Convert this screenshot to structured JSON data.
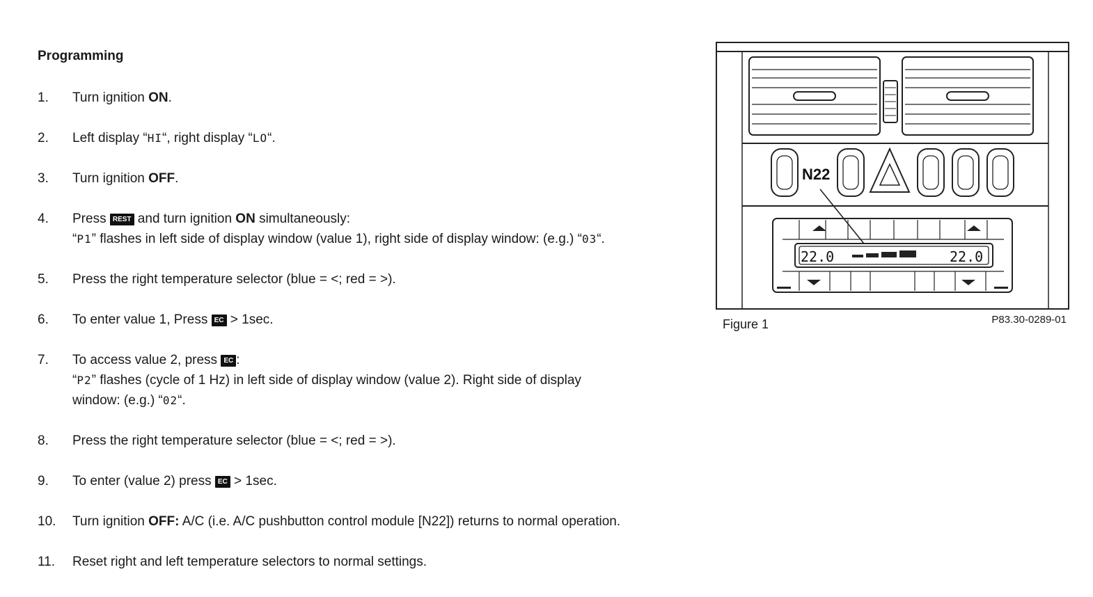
{
  "heading": "Programming",
  "steps": [
    {
      "num": "1.",
      "t1": "Turn ignition ",
      "b1": "ON",
      "t2": "."
    },
    {
      "num": "2.",
      "t1": "Left display “",
      "d1": "HI",
      "t2": "“, right display “",
      "d2": "LO",
      "t3": "“."
    },
    {
      "num": "3.",
      "t1": "Turn ignition ",
      "b1": "OFF",
      "t2": "."
    },
    {
      "num": "4.",
      "t1": "Press ",
      "key": "REST",
      "t2": " and turn ignition ",
      "b1": "ON",
      "t3": " simultaneously:",
      "l2a": "“",
      "d1": "P1",
      "l2b": "” flashes in left side of display window (value 1), right side of display window: (e.g.) “",
      "d2": "03",
      "l2c": "“."
    },
    {
      "num": "5.",
      "text": "Press the right temperature selector (blue = <; red = >)."
    },
    {
      "num": "6.",
      "t1": "To enter value 1,  Press ",
      "key": "EC",
      "t2": " > 1sec."
    },
    {
      "num": "7.",
      "t1": "To access  value 2, press ",
      "key": "EC",
      "t2": ":",
      "l2a": "“",
      "d1": "P2",
      "l2b": "” flashes (cycle of 1 Hz)  in left side of display window (value 2).  Right side of display",
      "l3a": "window: (e.g.) “",
      "d2": "02",
      "l3b": "“."
    },
    {
      "num": "8.",
      "text": "Press the right temperature selector (blue = <; red = >)."
    },
    {
      "num": "9.",
      "t1": "To enter (value 2) press ",
      "key": "EC",
      "t2": " > 1sec."
    },
    {
      "num": "10.",
      "t1": "Turn ignition ",
      "b1": "OFF:",
      "t2": " A/C (i.e. A/C pushbutton control module [N22]) returns to normal operation."
    },
    {
      "num": "11.",
      "text": "Reset right and left temperature selectors to normal settings."
    }
  ],
  "figure": {
    "callout": "N22",
    "display_left": "22.0",
    "display_right": "22.0",
    "caption": "Figure 1",
    "code": "P83.30-0289-01"
  }
}
